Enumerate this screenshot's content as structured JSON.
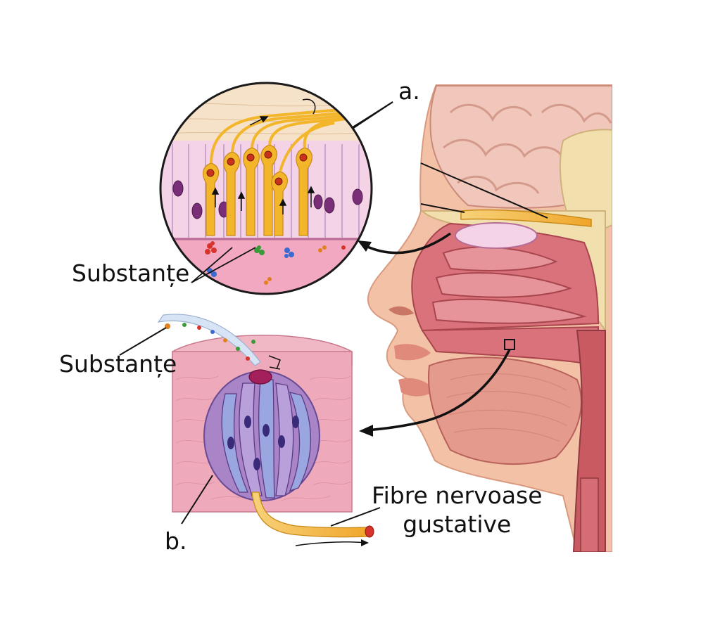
{
  "labels": {
    "a": "a.",
    "substante_top": "Substanțe",
    "substante_bottom": "Substanțe",
    "b": "b.",
    "fibre_line1": "Fibre nervoase",
    "fibre_line2": "gustative"
  },
  "colors": {
    "skin": "#f3c2a6",
    "mucosa": "#d9727a",
    "brain": "#f1c7bb",
    "bone": "#f1dfae",
    "nerve": "#f3b52a",
    "epithelium": "#f4d3e6",
    "nucleus": "#7a2e78",
    "bud_blue": "#9aa6e0",
    "bud_purple": "#a985c8",
    "tissue_pink": "#eeaabb",
    "ink": "#111111"
  }
}
